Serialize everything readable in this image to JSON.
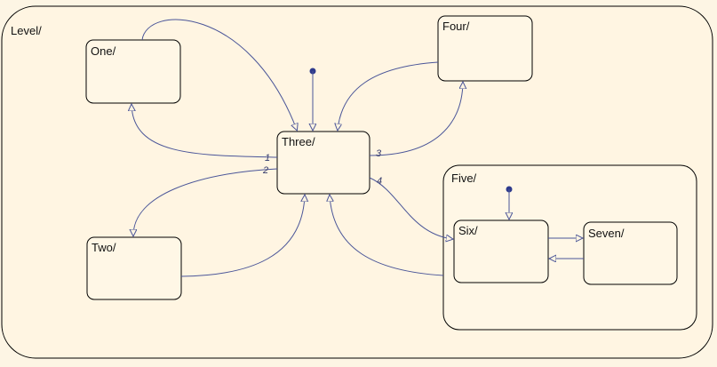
{
  "states": {
    "level": "Level/",
    "one": "One/",
    "two": "Two/",
    "three": "Three/",
    "four": "Four/",
    "five": "Five/",
    "six": "Six/",
    "seven": "Seven/"
  },
  "transitions": {
    "t1": "1",
    "t2": "2",
    "t3": "3",
    "t4": "4"
  },
  "colors": {
    "background": "#fdf5e4",
    "state_fill": "#fff7e6",
    "transition": "#4a5598",
    "default_dot": "#2e3a8c"
  }
}
